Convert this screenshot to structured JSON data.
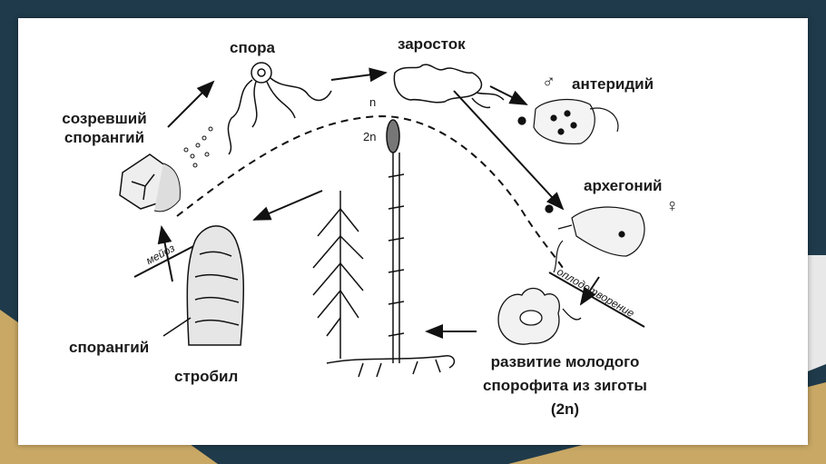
{
  "labels": {
    "spora": "спора",
    "zarostok": "заросток",
    "anteridiy": "антеридий",
    "male_symbol": "♂",
    "arkhegoniy": "архегоний",
    "female_symbol": "♀",
    "sozrevshiy_line1": "созревший",
    "sozrevshiy_line2": "спорангий",
    "n": "n",
    "two_n": "2n",
    "meyoz": "мейоз",
    "oplodotvorenie": "оплодотворение",
    "sporangiy": "спорангий",
    "strobil": "стробил",
    "razvitie_line1": "развитие молодого",
    "razvitie_line2": "спорофита из зиготы",
    "razvitie_line3": "(2n)"
  },
  "colors": {
    "background_dark": "#1f3a4a",
    "accent_gold": "#c9a865",
    "slide": "#ffffff",
    "ink": "#1a1a1a"
  }
}
